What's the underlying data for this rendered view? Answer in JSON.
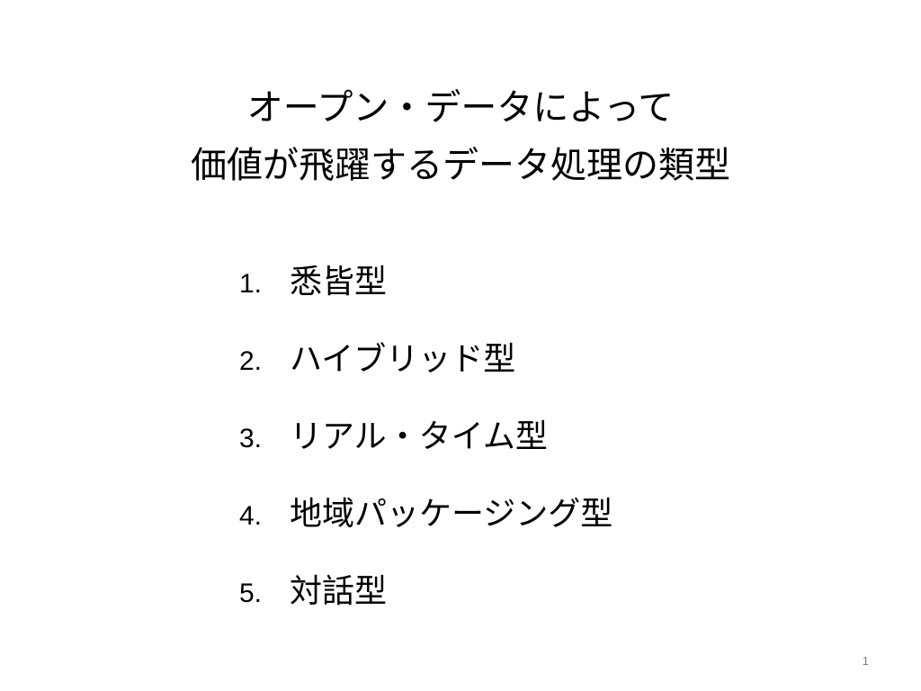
{
  "slide": {
    "title_lines": [
      "オープン・データによって",
      "価値が飛躍するデータ処理の類型"
    ],
    "items": [
      {
        "number": "1.",
        "label": "悉皆型"
      },
      {
        "number": "2.",
        "label": "ハイブリッド型"
      },
      {
        "number": "3.",
        "label": "リアル・タイム型"
      },
      {
        "number": "4.",
        "label": "地域パッケージング型"
      },
      {
        "number": "5.",
        "label": "対話型"
      }
    ],
    "page_number": "1"
  }
}
